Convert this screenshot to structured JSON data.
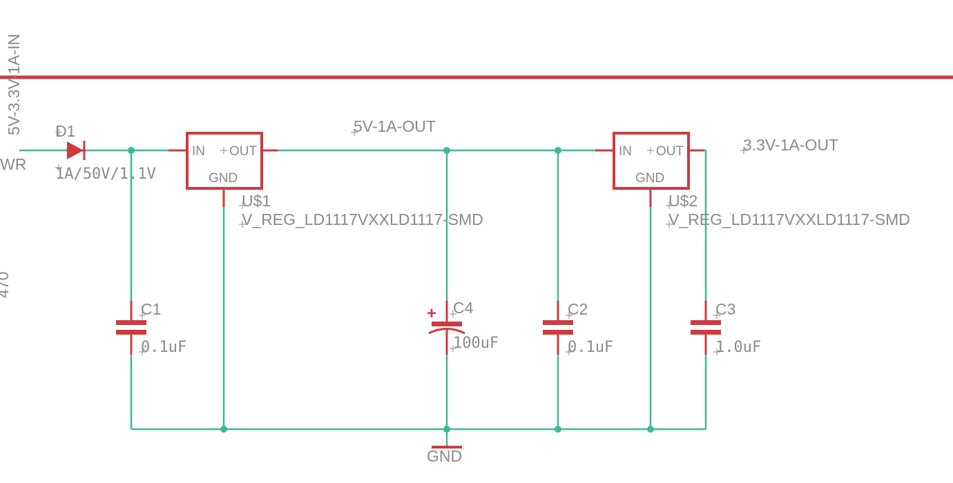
{
  "colors": {
    "wire": "#3db996",
    "symbol": "#cd3b3f",
    "text": "#8a8a8a",
    "background": "#ffffff"
  },
  "labels": {
    "input_net": "5V-3.3V-1A-IN",
    "pwr": "WR",
    "side_fragment": "470",
    "net_5v_out": "5V-1A-OUT",
    "net_3v3_out": "3.3V-1A-OUT",
    "ground": "GND"
  },
  "diode": {
    "name": "D1",
    "value": "1A/50V/1.1V"
  },
  "regulators": [
    {
      "name": "U$1",
      "value": "V_REG_LD1117VXXLD1117-SMD",
      "pin_in": "IN",
      "pin_out": "OUT",
      "pin_gnd": "GND"
    },
    {
      "name": "U$2",
      "value": "V_REG_LD1117VXXLD1117-SMD",
      "pin_in": "IN",
      "pin_out": "OUT",
      "pin_gnd": "GND"
    }
  ],
  "capacitors": [
    {
      "name": "C1",
      "value": "0.1uF"
    },
    {
      "name": "C4",
      "value": "100uF",
      "polarity": "+"
    },
    {
      "name": "C2",
      "value": "0.1uF"
    },
    {
      "name": "C3",
      "value": "1.0uF"
    }
  ]
}
